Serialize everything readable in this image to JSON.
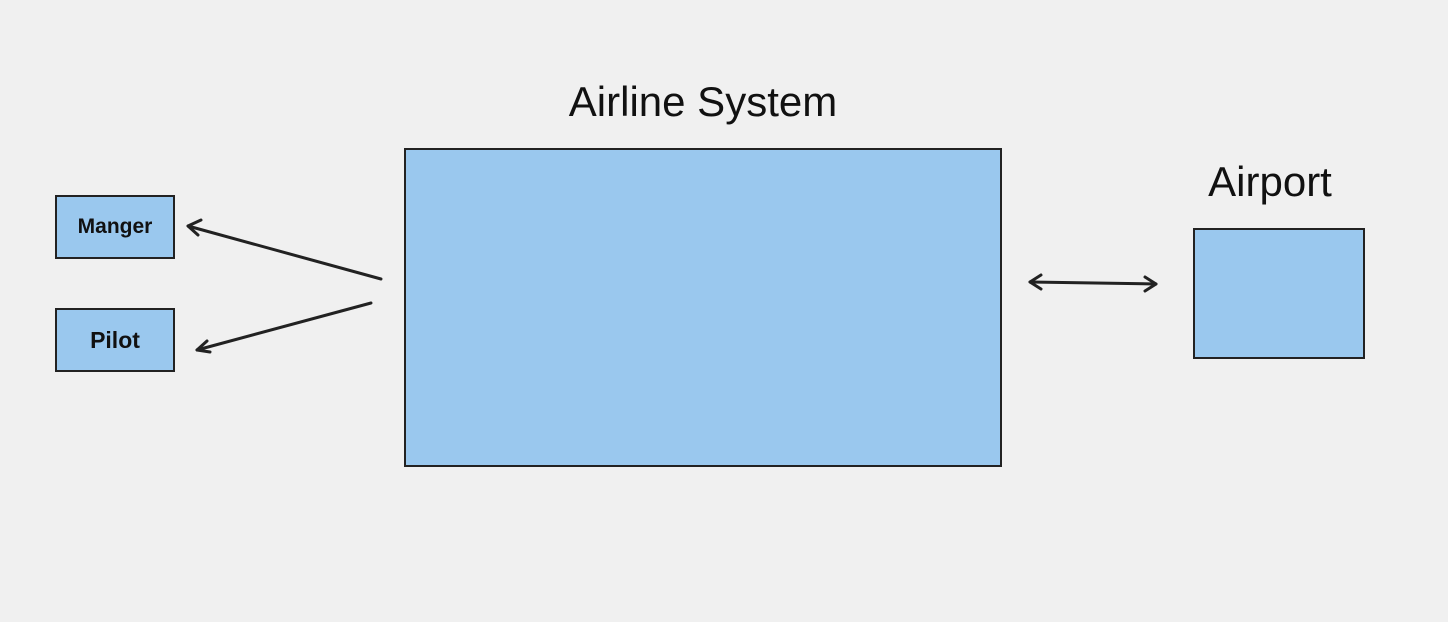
{
  "diagram": {
    "nodes": {
      "manager": {
        "label": "Manger"
      },
      "pilot": {
        "label": "Pilot"
      },
      "airline_system": {
        "label": "Airline System"
      },
      "airport": {
        "label": "Airport"
      }
    },
    "edges": [
      {
        "from": "airline_system",
        "to": "manager",
        "direction": "forward"
      },
      {
        "from": "airline_system",
        "to": "pilot",
        "direction": "forward"
      },
      {
        "from": "airline_system",
        "to": "airport",
        "direction": "bidirectional"
      }
    ],
    "colors": {
      "background": "#f0f0f0",
      "box_fill": "#9ac8ee",
      "border": "#222222",
      "text": "#111111"
    }
  }
}
